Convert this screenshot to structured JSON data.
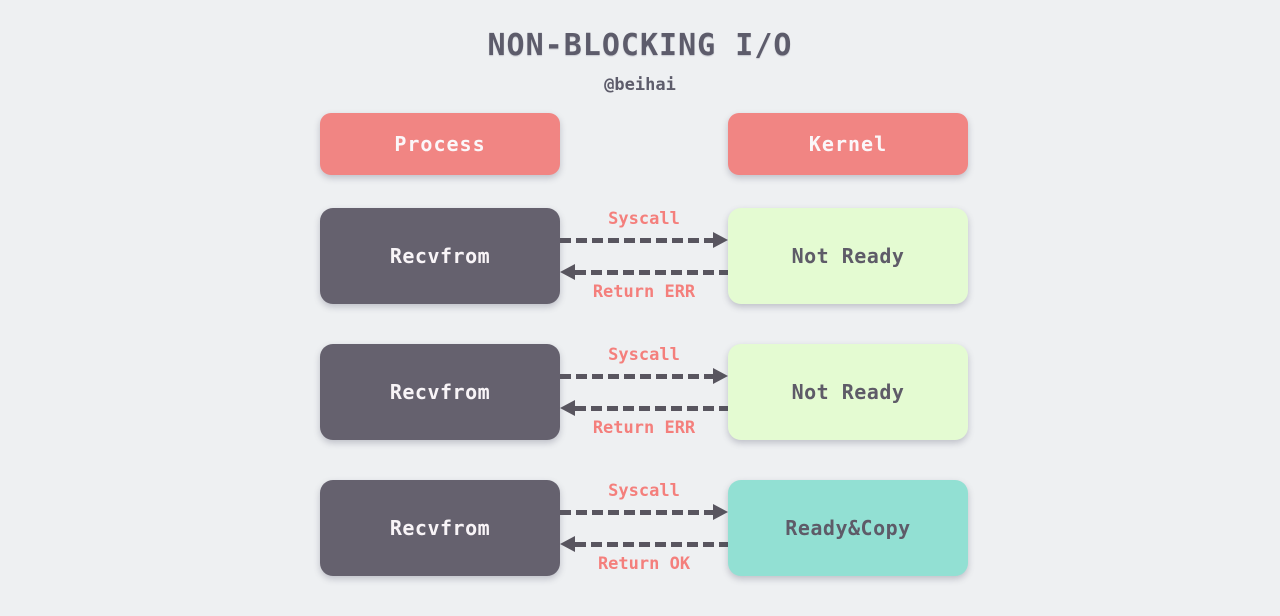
{
  "title": "NON-BLOCKING I/O",
  "subtitle": "@beihai",
  "header": {
    "left_label": "Process",
    "right_label": "Kernel"
  },
  "rows": [
    {
      "left_label": "Recvfrom",
      "right_label": "Not Ready",
      "right_state": "not-ready",
      "request_label": "Syscall",
      "response_label": "Return ERR"
    },
    {
      "left_label": "Recvfrom",
      "right_label": "Not Ready",
      "right_state": "not-ready",
      "request_label": "Syscall",
      "response_label": "Return ERR"
    },
    {
      "left_label": "Recvfrom",
      "right_label": "Ready&Copy",
      "right_state": "ready-copy",
      "request_label": "Syscall",
      "response_label": "Return OK"
    }
  ],
  "colors": {
    "background": "#eef0f2",
    "title_text": "#5d5c6b",
    "process_kernel_box": "#f18583",
    "recvfrom_box": "#65616e",
    "not_ready_box": "#e4fbd2",
    "ready_copy_box": "#92e0d3",
    "arrow": "#58555f",
    "arrow_label_text": "#f47f7c",
    "box_light_text": "#f8f4f7",
    "box_dark_text": "#5e5b68"
  }
}
